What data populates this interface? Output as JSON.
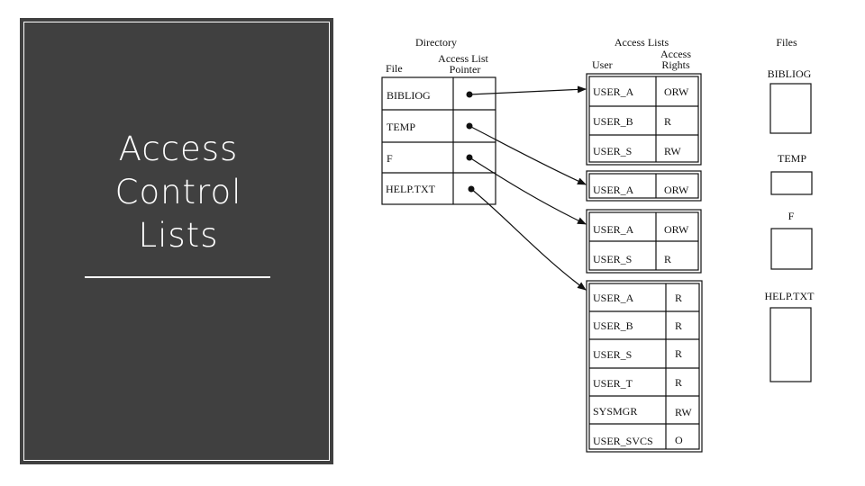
{
  "slide": {
    "title_lines": [
      "Access",
      "Control",
      "Lists"
    ]
  },
  "diagram": {
    "directory": {
      "heading": "Directory",
      "col_file": "File",
      "col_pointer_line1": "Access List",
      "col_pointer_line2": "Pointer",
      "files": [
        "BIBLIOG",
        "TEMP",
        "F",
        "HELP.TXT"
      ]
    },
    "access_lists": {
      "heading": "Access Lists",
      "col_user": "User",
      "col_rights_line1": "Access",
      "col_rights_line2": "Rights",
      "lists": [
        {
          "entries": [
            {
              "user": "USER_A",
              "rights": "ORW"
            },
            {
              "user": "USER_B",
              "rights": "R"
            },
            {
              "user": "USER_S",
              "rights": "RW"
            }
          ]
        },
        {
          "entries": [
            {
              "user": "USER_A",
              "rights": "ORW"
            }
          ]
        },
        {
          "entries": [
            {
              "user": "USER_A",
              "rights": "ORW"
            },
            {
              "user": "USER_S",
              "rights": "R"
            }
          ]
        },
        {
          "entries": [
            {
              "user": "USER_A",
              "rights": "R"
            },
            {
              "user": "USER_B",
              "rights": "R"
            },
            {
              "user": "USER_S",
              "rights": "R"
            },
            {
              "user": "USER_T",
              "rights": "R"
            },
            {
              "user": "SYSMGR",
              "rights": "RW"
            },
            {
              "user": "USER_SVCS",
              "rights": "O"
            }
          ]
        }
      ]
    },
    "files": {
      "heading": "Files",
      "items": [
        "BIBLIOG",
        "TEMP",
        "F",
        "HELP.TXT"
      ]
    }
  }
}
